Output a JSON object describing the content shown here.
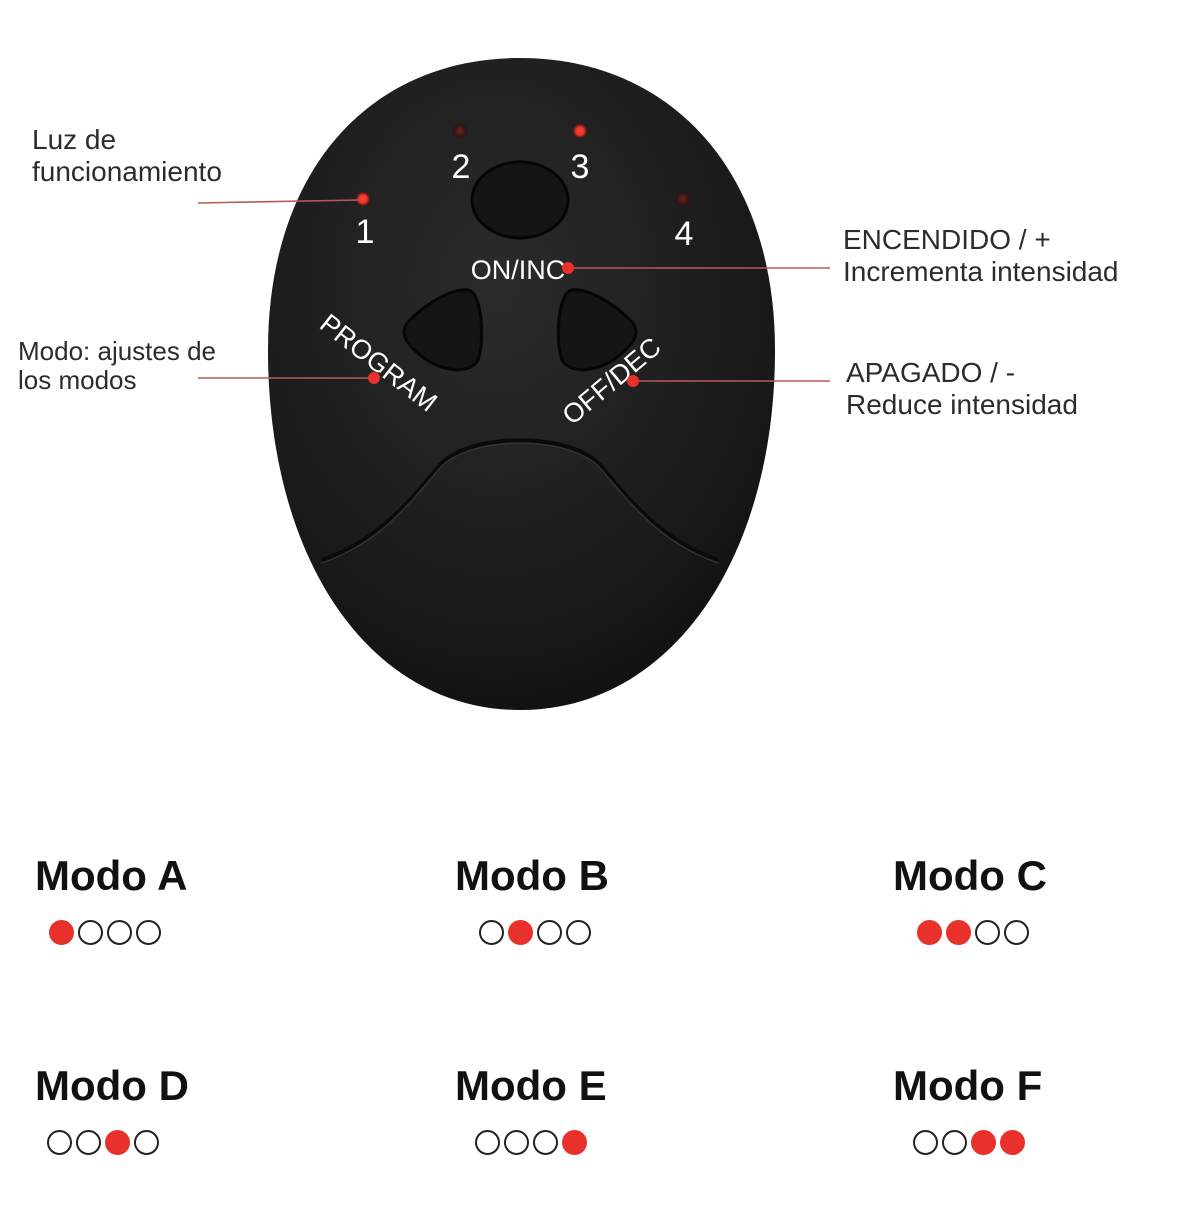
{
  "device": {
    "leds": [
      {
        "label": "1",
        "lit": true
      },
      {
        "label": "2",
        "lit": false
      },
      {
        "label": "3",
        "lit": true
      },
      {
        "label": "4",
        "lit": false
      }
    ],
    "on_label": "ON/INC",
    "program_label": "PROGRAM",
    "off_label": "OFF/DEC"
  },
  "callouts": {
    "light": {
      "line1": "Luz de",
      "line2": "funcionamiento"
    },
    "on": {
      "line1": "ENCENDIDO / +",
      "line2": "Incrementa intensidad"
    },
    "program": {
      "line1": "Modo: ajustes de",
      "line2": "los modos"
    },
    "off": {
      "line1": "APAGADO / -",
      "line2": "Reduce intensidad"
    }
  },
  "colors": {
    "accent": "#e8312a",
    "body": "#1b1b1b"
  },
  "modes": [
    {
      "title": "Modo A",
      "dots": [
        true,
        false,
        false,
        false
      ]
    },
    {
      "title": "Modo B",
      "dots": [
        false,
        true,
        false,
        false
      ]
    },
    {
      "title": "Modo C",
      "dots": [
        true,
        true,
        false,
        false
      ]
    },
    {
      "title": "Modo D",
      "dots": [
        false,
        false,
        true,
        false
      ]
    },
    {
      "title": "Modo E",
      "dots": [
        false,
        false,
        false,
        true
      ]
    },
    {
      "title": "Modo F",
      "dots": [
        false,
        false,
        true,
        true
      ]
    }
  ]
}
